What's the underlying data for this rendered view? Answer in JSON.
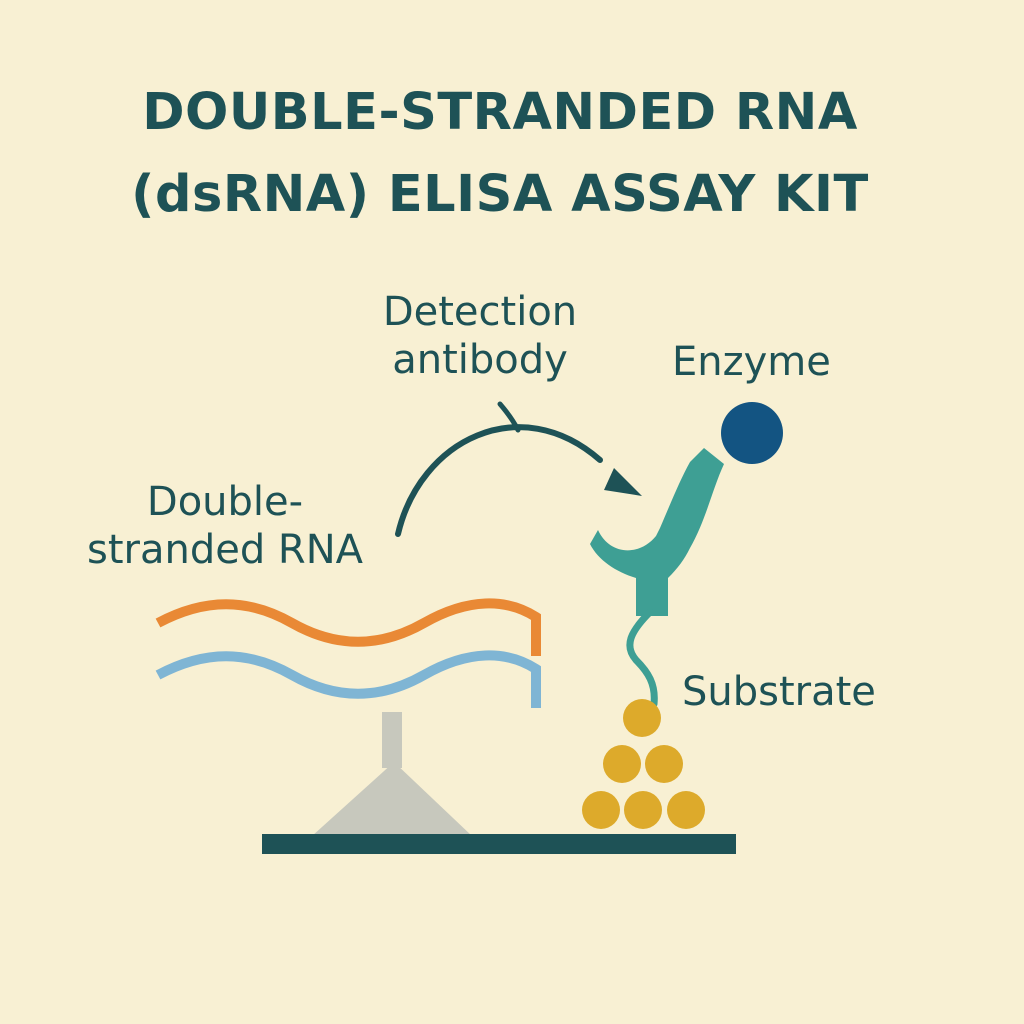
{
  "title": {
    "line1": "DOUBLE-STRANDED RNA",
    "line2": "(dsRNA) ELISA ASSAY KIT"
  },
  "labels": {
    "detection_antibody_line1": "Detection",
    "detection_antibody_line2": "antibody",
    "enzyme": "Enzyme",
    "dsrna_line1": "Double-",
    "dsrna_line2": "stranded RNA",
    "substrate": "Substrate"
  },
  "colors": {
    "background": "#f8f0d3",
    "text": "#1e5256",
    "rna_strand_top": "#e98935",
    "rna_strand_bottom": "#7fb5d4",
    "antibody": "#3e9f94",
    "enzyme": "#135482",
    "substrate": "#ddaa2b",
    "capture_support": "#c7c8bd",
    "plate": "#1e5256"
  }
}
